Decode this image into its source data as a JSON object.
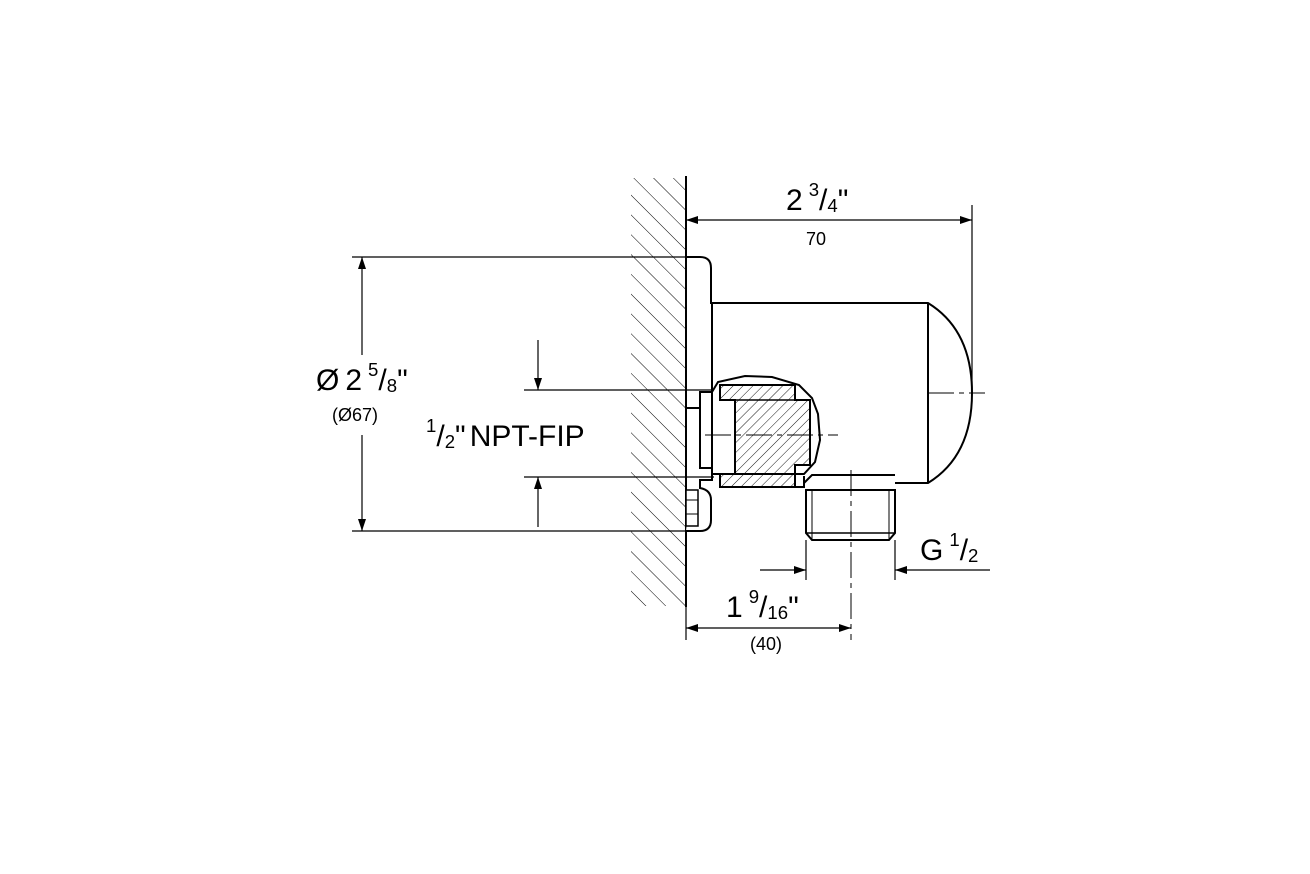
{
  "dims": {
    "width_in": {
      "whole": "2",
      "num": "3",
      "den": "4",
      "unit": "\""
    },
    "width_mm": "70",
    "diameter_in": {
      "prefix": "Ø",
      "whole": "2",
      "num": "5",
      "den": "8",
      "unit": "\""
    },
    "diameter_mm": "(Ø67)",
    "inlet": {
      "num": "1",
      "den": "2",
      "unit": "\"",
      "text": "NPT-FIP"
    },
    "outlet_offset_in": {
      "whole": "1",
      "num": "9",
      "den": "16",
      "unit": "\""
    },
    "outlet_offset_mm": "(40)",
    "outlet_thread": {
      "prefix": "G",
      "num": "1",
      "den": "2"
    }
  },
  "colors": {
    "line": "#000000",
    "background": "#ffffff"
  }
}
